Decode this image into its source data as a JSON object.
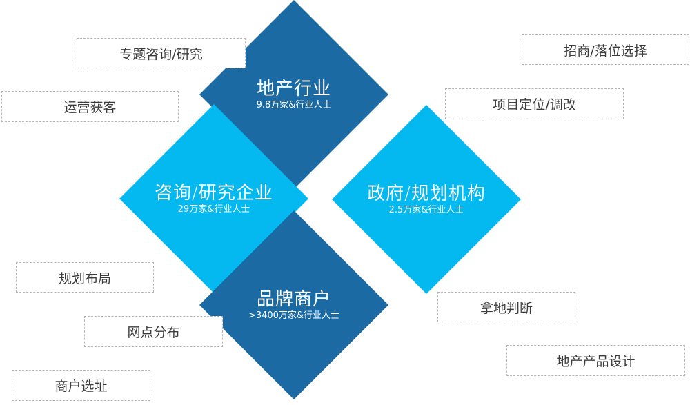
{
  "colors": {
    "dark_blue": "#1b6aa3",
    "light_blue": "#03b9f0",
    "tag_border": "#b4b4b4",
    "tag_text": "#3c3c3c"
  },
  "segments": {
    "real_estate": {
      "title": "地产行业",
      "subtitle": "9.8万家&行业人士",
      "color": "#1b6aa3"
    },
    "consulting": {
      "title": "咨询/研究企业",
      "subtitle": "29万家&行业人士",
      "color": "#03b9f0"
    },
    "government": {
      "title": "政府/规划机构",
      "subtitle": "2.5万家&行业人士",
      "color": "#03b9f0"
    },
    "brand_merchants": {
      "title": "品牌商户",
      "subtitle": ">3400万家&行业人士",
      "color": "#1b6aa3"
    }
  },
  "tags": {
    "topic_research": "专题咨询/研究",
    "operations": "运营获客",
    "leasing": "招商/落位选择",
    "positioning": "项目定位/调改",
    "planning": "规划布局",
    "network": "网点分布",
    "site_selection": "商户选址",
    "land_acquisition": "拿地判断",
    "product_design": "地产产品设计"
  }
}
